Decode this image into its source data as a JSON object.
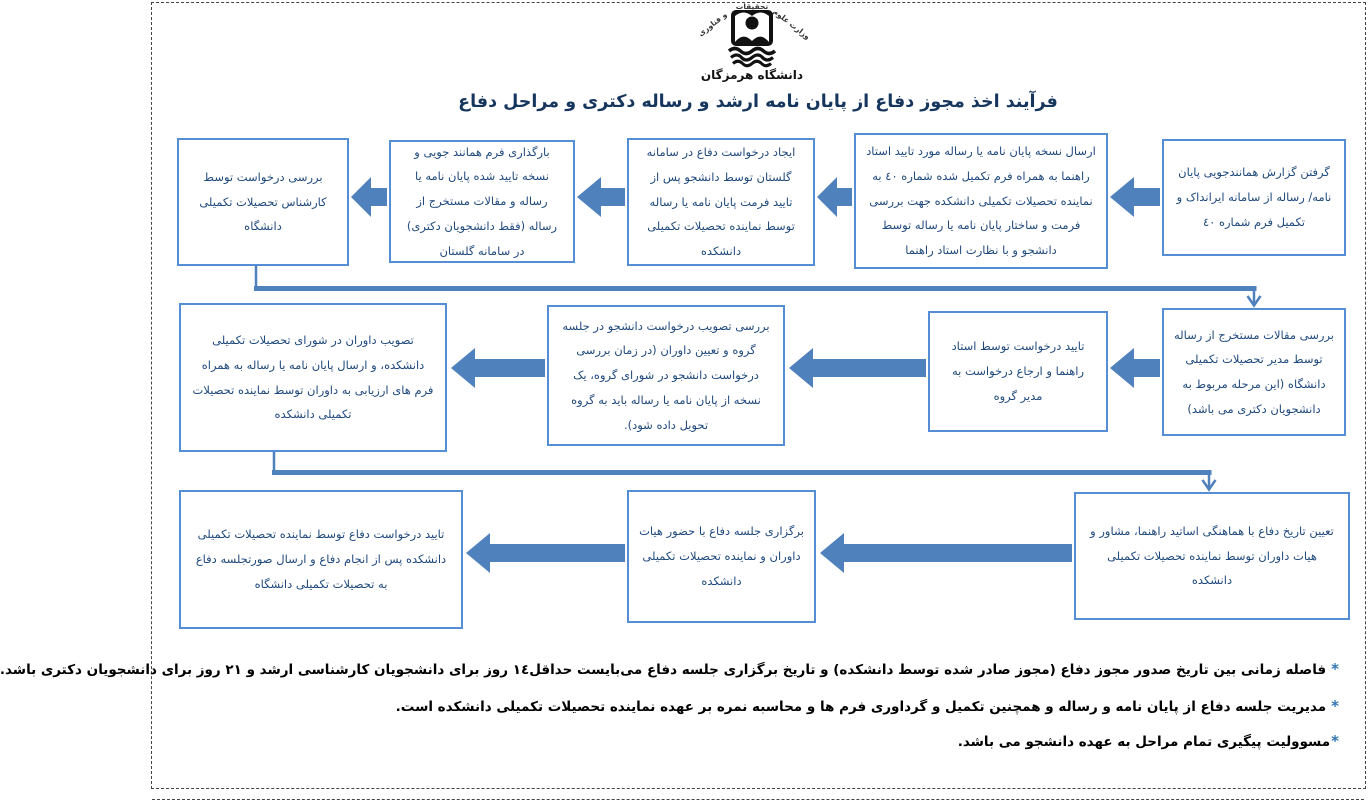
{
  "header": {
    "ministry": {
      "right": "وزارت علوم",
      "top": "تحقیقات",
      "left": "و فناوری"
    },
    "university_name": "دانشگاه هرمزگان",
    "title": "فرآیند اخذ مجوز دفاع از پایان نامه ارشد و رساله دکتری و مراحل دفاع"
  },
  "colors": {
    "box_border": "#558ed5",
    "box_text": "#1f497d",
    "arrow_fill": "#4f81bd",
    "title_text": "#17365d",
    "note_star": "#2e74b5",
    "note_text": "#000000"
  },
  "flowchart": {
    "row1": {
      "step1": "گرفتن گزارش همانندجویی  پایان نامه/ رساله از سامانه ایرانداک و تکمیل فرم شماره ٤٠",
      "step2": "ارسال نسخه پایان نامه یا رساله مورد تایید استاد راهنما به همراه فرم تکمیل شده شماره ٤٠ به نماینده تحصیلات تکمیلی دانشکده جهت بررسی فرمت و ساختار پایان نامه یا رساله توسط دانشجو و با نظارت استاد راهنما",
      "step3": "ایجاد درخواست دفاع در سامانه گلستان توسط دانشجو پس از تایید فرمت پایان نامه یا رساله توسط نماینده تحصیلات تکمیلی دانشکده",
      "step4": "بارگذاری فرم همانند جویی و نسخه تایید شده پایان نامه یا رساله و مقالات مستخرج از رساله (فقط دانشجویان دکتری) در سامانه گلستان",
      "step5": "بررسی درخواست توسط کارشناس تحصیلات تکمیلی دانشگاه"
    },
    "row2": {
      "step6": "بررسی مقالات مستخرج از رساله توسط مدیر تحصیلات تکمیلی دانشگاه (این مرحله مربوط به دانشجویان دکتری می باشد)",
      "step7": "تایید درخواست توسط استاد راهنما و ارجاع درخواست به مدیر گروه",
      "step8": "بررسی تصویب درخواست دانشجو در جلسه گروه و تعیین داوران (در زمان بررسی درخواست دانشجو در شورای گروه، یک نسخه از پایان نامه یا رساله باید به گروه تحویل داده شود).",
      "step9": "تصویب داوران در شورای تحصیلات تکمیلی دانشکده، و ارسال پایان نامه یا رساله به همراه فرم های ارزیابی به داوران توسط نماینده تحصیلات تکمیلی دانشکده"
    },
    "row3": {
      "step10": "تعیین تاریخ دفاع با هماهنگی اساتید راهنما، مشاور و هیات داوران توسط نماینده تحصیلات تکمیلی دانشکده",
      "step11": "برگزاری جلسه دفاع با حضور هیات داوران و نماینده تحصیلات تکمیلی دانشکده",
      "step12": "تایید درخواست دفاع توسط نماینده تحصیلات تکمیلی دانشکده پس از انجام دفاع و ارسال صورتجلسه دفاع به تحصیلات تکمیلی دانشگاه"
    }
  },
  "notes": {
    "bullet": "*",
    "note1": "فاصله زمانی بین تاریخ صدور مجوز دفاع (مجوز صادر شده توسط دانشکده) و تاریخ برگزاری جلسه دفاع می‌بایست حداقل١٤ روز برای دانشجویان کارشناسی ارشد و ٢١ روز برای دانشجویان دکتری باشد.",
    "note2": "مدیریت جلسه دفاع از پایان نامه و رساله و همچنین تکمیل و گرداوری فرم ها و محاسبه نمره بر عهده نماینده تحصیلات تکمیلی دانشکده است.",
    "note3": "مسوولیت پیگیری تمام مراحل به عهده دانشجو می باشد."
  }
}
